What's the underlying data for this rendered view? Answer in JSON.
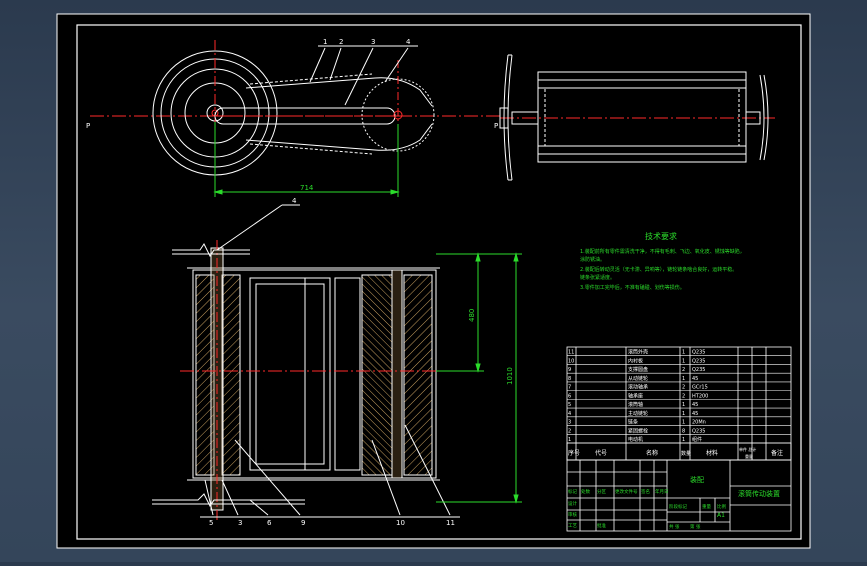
{
  "colors": {
    "background": "#3a4b60",
    "sheet": "#000000",
    "border": "#ffffff",
    "centerline": "#ff2a2a",
    "dimension": "#2bdc2b",
    "geometry": "#ffffff",
    "hatch": "#c8a060"
  },
  "drawing": {
    "balloons_top": [
      "1",
      "2",
      "3",
      "4"
    ],
    "section_mark": "P",
    "dim_center_distance": "714",
    "balloon_shaft": "4",
    "dim_half_height": "480",
    "dim_full_height": "1010",
    "balloons_bottom": [
      "5",
      "3",
      "6",
      "9",
      "10",
      "11"
    ]
  },
  "notes": {
    "title": "技术要求",
    "items": [
      "1.装配前所有零件需清洗干净，不得有毛刺、飞边、氧化皮、锈蚀等缺陷，",
      "  涂防锈油。",
      "2.装配后转动灵活（无卡滞、异响等），链轮链条啮合良好，运转平稳。",
      "  链条张紧适度。",
      "3.零件加工完毕后，不准有磕碰、划伤等损伤。"
    ]
  },
  "bom": {
    "rows": [
      {
        "no": "11",
        "name": "滚筒外壳",
        "qty": "1",
        "mat": "Q235"
      },
      {
        "no": "10",
        "name": "内衬板",
        "qty": "1",
        "mat": "Q235"
      },
      {
        "no": "9",
        "name": "支撑圆盘",
        "qty": "2",
        "mat": "Q235"
      },
      {
        "no": "8",
        "name": "从动链轮",
        "qty": "1",
        "mat": "45"
      },
      {
        "no": "7",
        "name": "滚动轴承",
        "qty": "2",
        "mat": "GCr15"
      },
      {
        "no": "6",
        "name": "轴承座",
        "qty": "2",
        "mat": "HT200"
      },
      {
        "no": "5",
        "name": "滚筒轴",
        "qty": "1",
        "mat": "45"
      },
      {
        "no": "4",
        "name": "主动链轮",
        "qty": "1",
        "mat": "45"
      },
      {
        "no": "3",
        "name": "链条",
        "qty": "1",
        "mat": "20Mn"
      },
      {
        "no": "2",
        "name": "紧固螺栓",
        "qty": "8",
        "mat": "Q235"
      },
      {
        "no": "1",
        "name": "电动机",
        "qty": "1",
        "mat": "组件"
      }
    ],
    "header": {
      "no": "序号",
      "code": "代号",
      "name": "名称",
      "qty": "数量",
      "mat": "材料",
      "unit": "单件 总计",
      "weight": "重量",
      "remark": "备注"
    }
  },
  "title_block": {
    "company": "装配",
    "drawing_title": "滚筒传动装置",
    "sheet_label": "A1",
    "cells": [
      "标记",
      "处数",
      "分区",
      "更改文件号",
      "签名",
      "年月日",
      "设计",
      "审核",
      "工艺",
      "批准",
      "阶段标记",
      "重量",
      "比例",
      "共 张",
      "第 张"
    ]
  }
}
